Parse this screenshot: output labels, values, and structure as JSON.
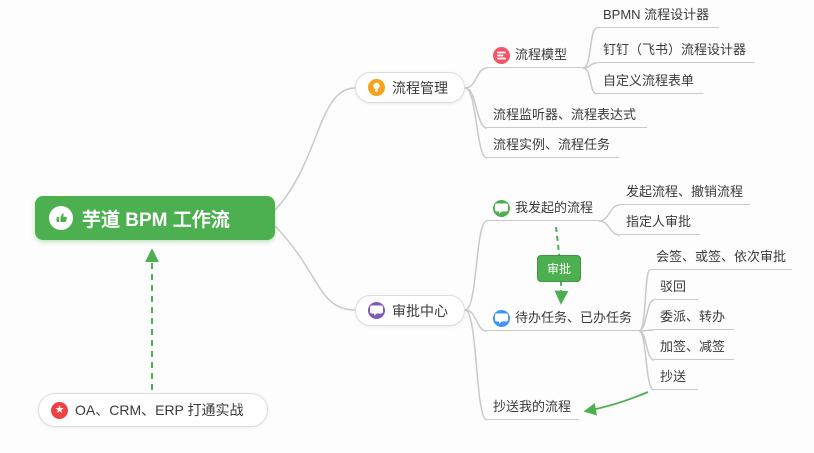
{
  "root": {
    "label": "芋道 BPM 工作流"
  },
  "arrow_badge": {
    "label": "审批"
  },
  "practice_note": {
    "label": "OA、CRM、ERP 打通实战"
  },
  "process_management": {
    "label": "流程管理",
    "model": {
      "label": "流程模型"
    },
    "model_children": [
      "BPMN 流程设计器",
      "钉钉（飞书）流程设计器",
      "自定义流程表单"
    ],
    "listeners": "流程监听器、流程表达式",
    "instances": "流程实例、流程任务"
  },
  "approval_center": {
    "label": "审批中心",
    "my_initiated": "我发起的流程",
    "my_initiated_children": [
      "发起流程、撤销流程",
      "指定人审批"
    ],
    "todo_done": "待办任务、已办任务",
    "todo_children": [
      "会签、或签、依次审批",
      "驳回",
      "委派、转办",
      "加签、减签",
      "抄送"
    ],
    "cc_me": "抄送我的流程"
  },
  "colors": {
    "root_green": "#4caf50",
    "arrow_green": "#4caf50",
    "line_gray": "#c9c9c9",
    "icon_orange": "#f9a11b",
    "icon_purple": "#7d5bbe",
    "icon_red": "#f2566b",
    "icon_green": "#4caf50",
    "icon_blue": "#3d95f5",
    "icon_star_red": "#f04142",
    "badge_green": "#4caf50"
  }
}
